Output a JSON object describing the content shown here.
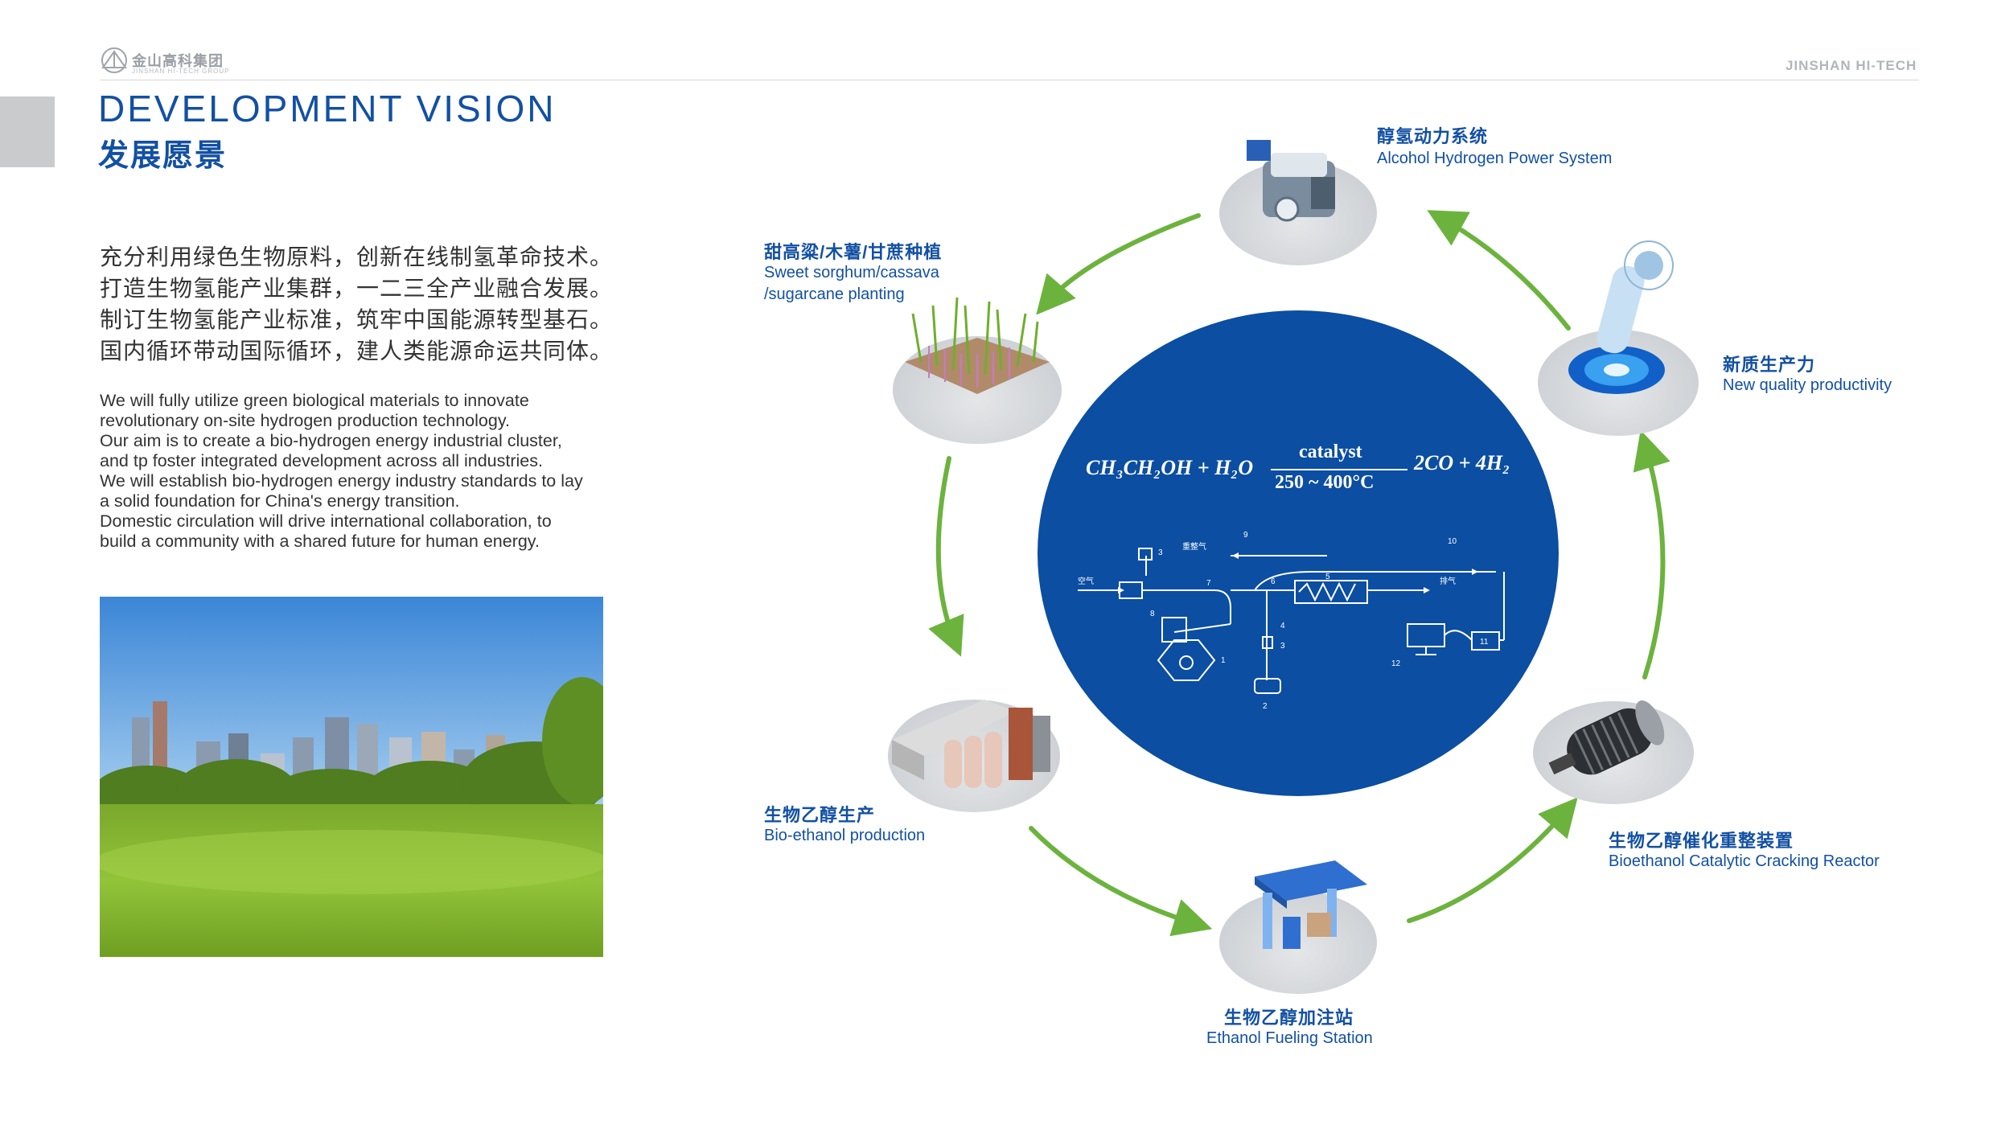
{
  "header": {
    "logo_text": "金山高科集团",
    "logo_sub": "JINSHAN HI-TECH GROUP",
    "brand_right": "JINSHAN HI-TECH"
  },
  "title": {
    "en": "DEVELOPMENT VISION",
    "zh": "发展愿景"
  },
  "intro_zh": [
    "充分利用绿色生物原料，创新在线制氢革命技术。",
    "打造生物氢能产业集群，一二三全产业融合发展。",
    "制订生物氢能产业标准，筑牢中国能源转型基石。",
    "国内循环带动国际循环，建人类能源命运共同体。"
  ],
  "intro_en": [
    "We will fully utilize green biological materials to innovate",
    "revolutionary on-site hydrogen production technology.",
    "Our aim is to create a bio-hydrogen energy industrial cluster,",
    "and tp foster integrated development across all industries.",
    "We will establish bio-hydrogen energy industry standards to lay",
    "a solid foundation for China's energy transition.",
    "Domestic circulation will drive international collaboration, to",
    "build a community with a shared future for human energy."
  ],
  "cycle": {
    "alcohol_hydrogen": {
      "zh": "醇氢动力系统",
      "en": "Alcohol Hydrogen Power System"
    },
    "planting": {
      "zh": "甜高粱/木薯/甘蔗种植",
      "en1": "Sweet sorghum/cassava",
      "en2": "/sugarcane planting"
    },
    "new_quality": {
      "zh": "新质生产力",
      "en": "New quality productivity"
    },
    "bio_ethanol": {
      "zh": "生物乙醇生产",
      "en": "Bio-ethanol production"
    },
    "reactor": {
      "zh": "生物乙醇催化重整装置",
      "en": "Bioethanol Catalytic Cracking Reactor"
    },
    "station": {
      "zh": "生物乙醇加注站",
      "en": "Ethanol Fueling Station"
    }
  },
  "equation": {
    "left": "CH₃CH₂OH + H₂O",
    "catalyst": "catalyst",
    "condition": "250 ~ 400°C",
    "right": "2CO + 4H₂"
  },
  "diagram": {
    "labels": [
      "1",
      "2",
      "3",
      "3",
      "4",
      "5",
      "6",
      "7",
      "8",
      "9",
      "10",
      "11",
      "12"
    ],
    "air_in": "空气",
    "exhaust": "排气",
    "reformed_gas": "重整气"
  },
  "colors": {
    "brand_blue": "#1250a3",
    "circle_blue": "#0b4ea2",
    "arrow_green": "#6cb33e",
    "tab_gray": "#c9cbcd"
  }
}
